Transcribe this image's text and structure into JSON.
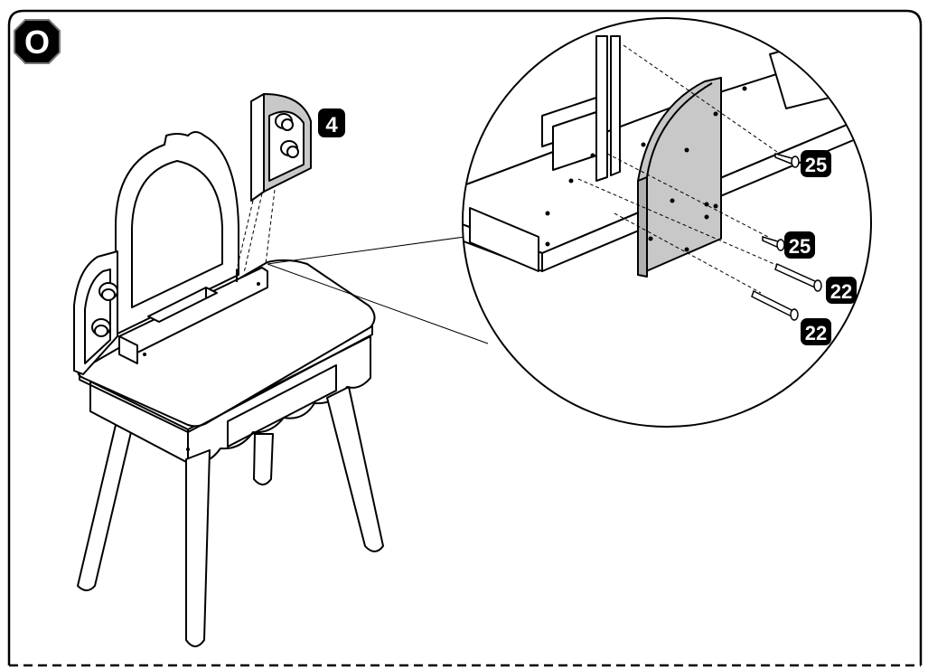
{
  "step": {
    "label": "O"
  },
  "callouts": {
    "panel_part": "4",
    "screw_a": "25",
    "screw_b": "25",
    "screw_c": "22",
    "screw_d": "22"
  },
  "colors": {
    "line": "#000000",
    "panel_fill": "#c8c8c8",
    "badge_fill": "#000000",
    "badge_text": "#ffffff"
  }
}
